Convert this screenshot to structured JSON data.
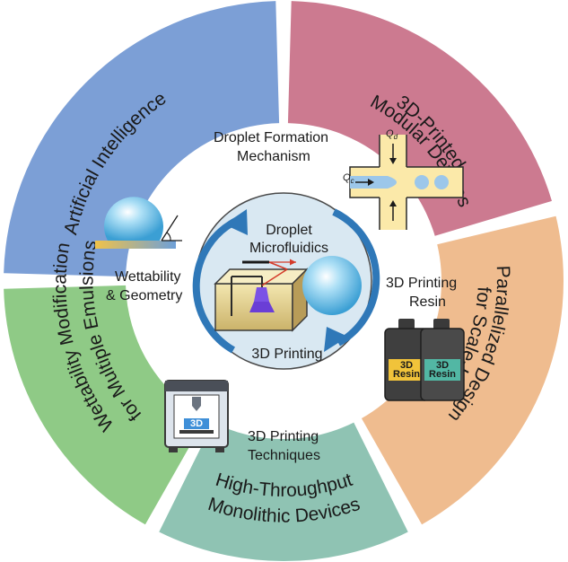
{
  "colors": {
    "ai": "#7c9fd6",
    "modular": "#cc7a90",
    "parallel": "#efbc8f",
    "monolithic": "#8fc3b3",
    "wettability": "#8fca86",
    "circle_fill": "#d9e8f2",
    "arrow": "#2f78b8"
  },
  "ring": {
    "ai": [
      "Artificial Intelligence"
    ],
    "modular": [
      "3D-Printed",
      "Modular Devices"
    ],
    "parallel": [
      "Parallelized Design",
      "for Scale-Up"
    ],
    "monolithic": [
      "High-Throughput",
      "Monolithic Devices"
    ],
    "wettability": [
      "Wettability Modification",
      "for Multiple Emulsions"
    ]
  },
  "inner": {
    "droplet_formation": [
      "Droplet Formation",
      "Mechanism"
    ],
    "wettability_geometry": [
      "Wettability",
      "& Geometry"
    ],
    "printing_resin": [
      "3D Printing",
      "Resin"
    ],
    "printing_techniques": [
      "3D Printing",
      "Techniques"
    ]
  },
  "center": {
    "top": [
      "Droplet",
      "Microfluidics"
    ],
    "bottom": "3D Printing"
  },
  "icons": {
    "junction": {
      "qd": "Q",
      "qd_sub": "d",
      "qc": "Q",
      "qc_sub": "c"
    },
    "bottle_label_1": [
      "3D",
      "Resin"
    ],
    "bottle_label_2": [
      "3D",
      "Resin"
    ],
    "printer_label": "3D"
  }
}
